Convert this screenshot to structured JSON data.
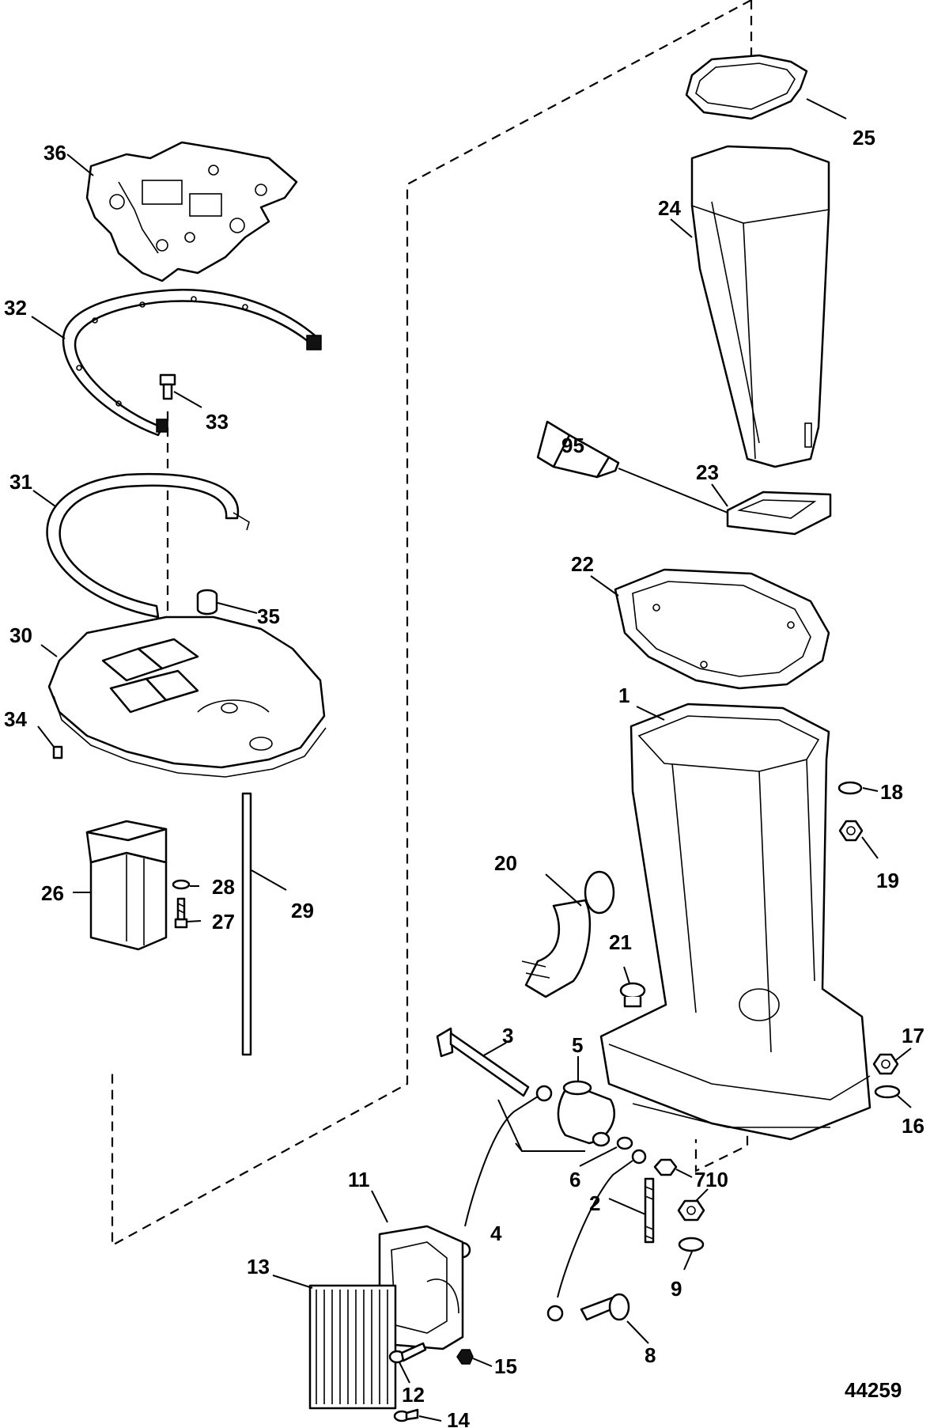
{
  "diagram": {
    "figure_number": "44259",
    "tube_label": "95",
    "callouts": [
      {
        "id": "c1",
        "label": "1"
      },
      {
        "id": "c2",
        "label": "2"
      },
      {
        "id": "c3",
        "label": "3"
      },
      {
        "id": "c4",
        "label": "4"
      },
      {
        "id": "c5",
        "label": "5"
      },
      {
        "id": "c6",
        "label": "6"
      },
      {
        "id": "c7",
        "label": "7"
      },
      {
        "id": "c8",
        "label": "8"
      },
      {
        "id": "c9",
        "label": "9"
      },
      {
        "id": "c10",
        "label": "10"
      },
      {
        "id": "c11",
        "label": "11"
      },
      {
        "id": "c12",
        "label": "12"
      },
      {
        "id": "c13",
        "label": "13"
      },
      {
        "id": "c14",
        "label": "14"
      },
      {
        "id": "c15",
        "label": "15"
      },
      {
        "id": "c16",
        "label": "16"
      },
      {
        "id": "c17",
        "label": "17"
      },
      {
        "id": "c18",
        "label": "18"
      },
      {
        "id": "c19",
        "label": "19"
      },
      {
        "id": "c20",
        "label": "20"
      },
      {
        "id": "c21",
        "label": "21"
      },
      {
        "id": "c22",
        "label": "22"
      },
      {
        "id": "c23",
        "label": "23"
      },
      {
        "id": "c24",
        "label": "24"
      },
      {
        "id": "c25",
        "label": "25"
      },
      {
        "id": "c26",
        "label": "26"
      },
      {
        "id": "c27",
        "label": "27"
      },
      {
        "id": "c28",
        "label": "28"
      },
      {
        "id": "c29",
        "label": "29"
      },
      {
        "id": "c30",
        "label": "30"
      },
      {
        "id": "c31",
        "label": "31"
      },
      {
        "id": "c32",
        "label": "32"
      },
      {
        "id": "c33",
        "label": "33"
      },
      {
        "id": "c34",
        "label": "34"
      },
      {
        "id": "c35",
        "label": "35"
      },
      {
        "id": "c36",
        "label": "36"
      }
    ]
  }
}
